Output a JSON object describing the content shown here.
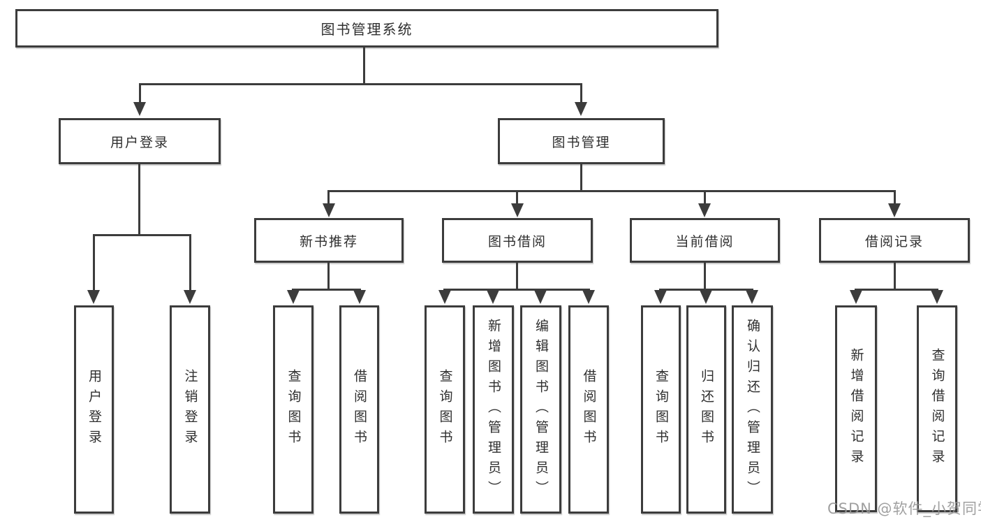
{
  "diagram": {
    "type": "hierarchy-tree",
    "watermark": "CSDN @软件_小贺同学",
    "colors": {
      "background": "#ffffff",
      "line": "#3c3c3c",
      "text": "#2f2f2f",
      "watermark": "#969696"
    },
    "nodes": {
      "root": {
        "label": "图书管理系统"
      },
      "user_login": {
        "label": "用户登录"
      },
      "book_mgmt": {
        "label": "图书管理"
      },
      "new_book_rec": {
        "label": "新书推荐"
      },
      "book_borrow": {
        "label": "图书借阅"
      },
      "current_borrow": {
        "label": "当前借阅"
      },
      "borrow_records": {
        "label": "借阅记录"
      },
      "leaf_user_login": {
        "label": "用户登录"
      },
      "leaf_logout": {
        "label": "注销登录"
      },
      "leaf_rec_query_books": {
        "label": "查询图书"
      },
      "leaf_rec_borrow_books": {
        "label": "借阅图书"
      },
      "leaf_bor_query_books": {
        "label": "查询图书"
      },
      "leaf_bor_add_books": {
        "label": "新增图书（管理员）"
      },
      "leaf_bor_edit_books": {
        "label": "编辑图书（管理员）"
      },
      "leaf_bor_borrow_books": {
        "label": "借阅图书"
      },
      "leaf_cur_query_books": {
        "label": "查询图书"
      },
      "leaf_cur_return_books": {
        "label": "归还图书"
      },
      "leaf_cur_confirm_return": {
        "label": "确认归还（管理员）"
      },
      "leaf_rec_add_record": {
        "label": "新增借阅记录"
      },
      "leaf_rec_query_record": {
        "label": "查询借阅记录"
      }
    },
    "edges": [
      "root->user_login",
      "root->book_mgmt",
      "user_login->leaf_user_login",
      "user_login->leaf_logout",
      "book_mgmt->new_book_rec",
      "book_mgmt->book_borrow",
      "book_mgmt->current_borrow",
      "book_mgmt->borrow_records",
      "new_book_rec->leaf_rec_query_books",
      "new_book_rec->leaf_rec_borrow_books",
      "book_borrow->leaf_bor_query_books",
      "book_borrow->leaf_bor_add_books",
      "book_borrow->leaf_bor_edit_books",
      "book_borrow->leaf_bor_borrow_books",
      "current_borrow->leaf_cur_query_books",
      "current_borrow->leaf_cur_return_books",
      "current_borrow->leaf_cur_confirm_return",
      "borrow_records->leaf_rec_add_record",
      "borrow_records->leaf_rec_query_record"
    ]
  }
}
